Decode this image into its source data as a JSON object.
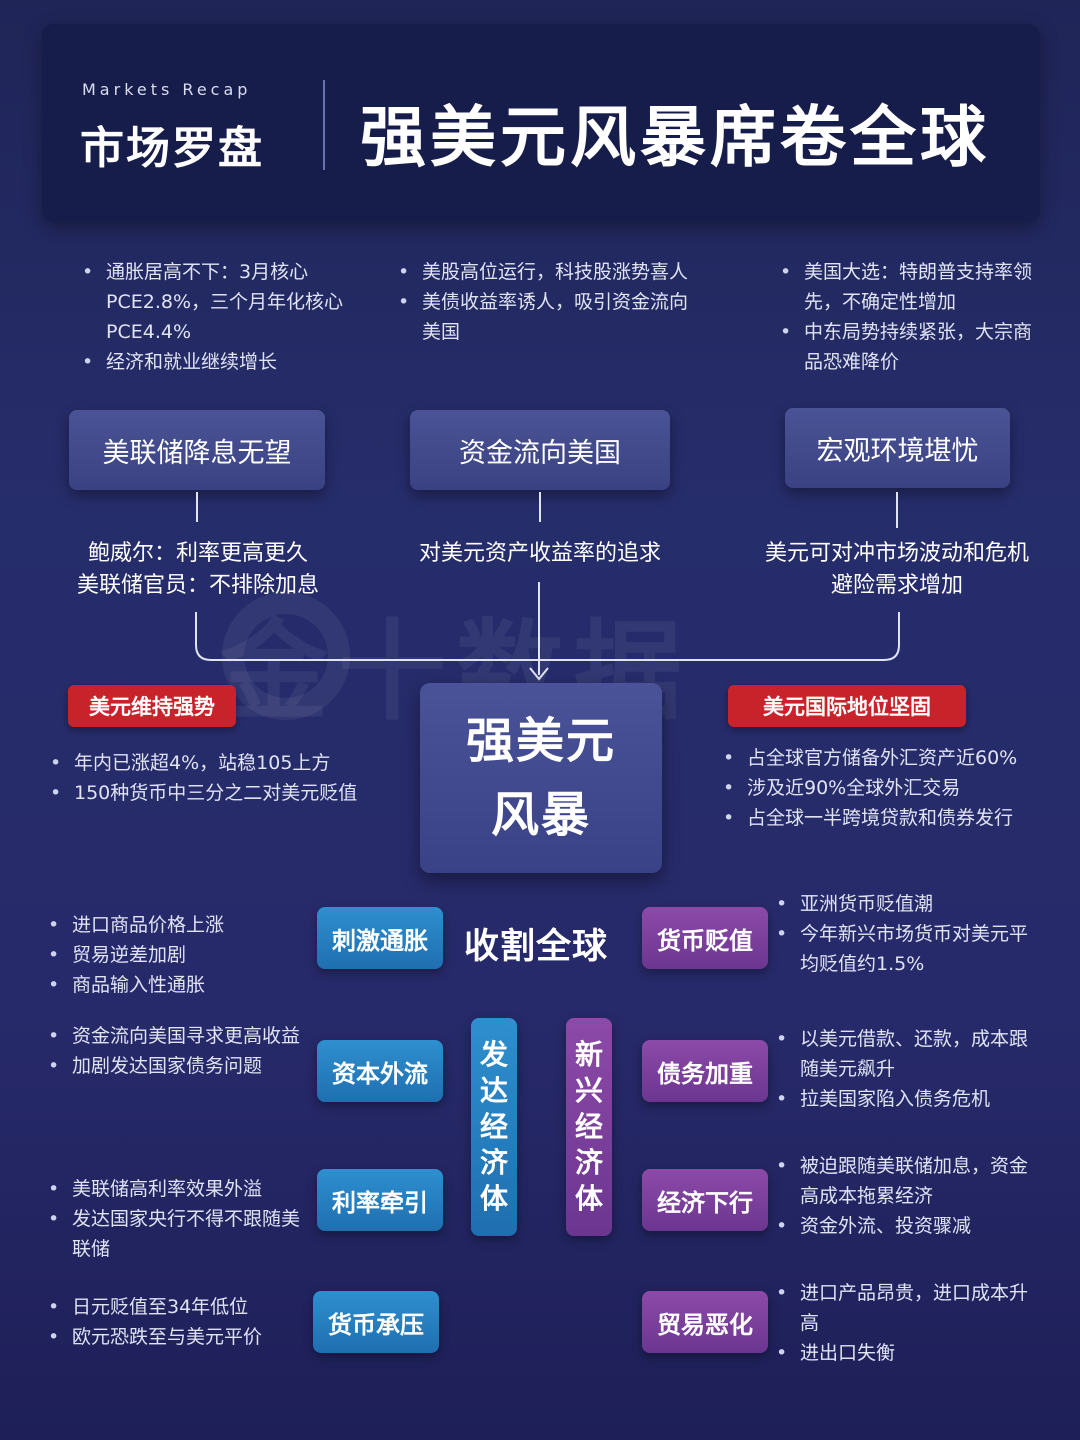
{
  "header": {
    "brand_sub": "Markets Recap",
    "brand_main": "市场罗盘",
    "title": "强美元风暴席卷全球"
  },
  "watermark": "金十数据",
  "causes": [
    {
      "bullets": [
        "通胀居高不下：3月核心PCE2.8%，三个月年化核心PCE4.4%",
        "经济和就业继续增长"
      ],
      "box": "美联储降息无望",
      "text_lines": [
        "鲍威尔：利率更高更久",
        "美联储官员：不排除加息"
      ]
    },
    {
      "bullets": [
        "美股高位运行，科技股涨势喜人",
        "美债收益率诱人，吸引资金流向美国"
      ],
      "box": "资金流向美国",
      "text_lines": [
        "对美元资产收益率的追求"
      ]
    },
    {
      "bullets": [
        "美国大选：特朗普支持率领先，不确定性增加",
        "中东局势持续紧张，大宗商品恐难降价"
      ],
      "box": "宏观环境堪忧",
      "text_lines": [
        "美元可对冲市场波动和危机",
        "避险需求增加"
      ]
    }
  ],
  "center": {
    "line1": "强美元",
    "line2": "风暴"
  },
  "left_tag": {
    "label": "美元维持强势",
    "bullets": [
      "年内已涨超4%，站稳105上方",
      "150种货币中三分之二对美元贬值"
    ]
  },
  "right_tag": {
    "label": "美元国际地位坚固",
    "bullets": [
      "占全球官方储备外汇资产近60%",
      "涉及近90%全球外汇交易",
      "占全球一半跨境贷款和债券发行"
    ]
  },
  "harvest_title": "收割全球",
  "developed": {
    "label_chars": [
      "发",
      "达",
      "经",
      "济",
      "体"
    ],
    "items": [
      {
        "tag": "刺激通胀",
        "bullets": [
          "进口商品价格上涨",
          "贸易逆差加剧",
          "商品输入性通胀"
        ]
      },
      {
        "tag": "资本外流",
        "bullets": [
          "资金流向美国寻求更高收益",
          "加剧发达国家债务问题"
        ]
      },
      {
        "tag": "利率牵引",
        "bullets": [
          "美联储高利率效果外溢",
          "发达国家央行不得不跟随美联储"
        ]
      },
      {
        "tag": "货币承压",
        "bullets": [
          "日元贬值至34年低位",
          "欧元恐跌至与美元平价"
        ]
      }
    ]
  },
  "emerging": {
    "label_chars": [
      "新",
      "兴",
      "经",
      "济",
      "体"
    ],
    "items": [
      {
        "tag": "货币贬值",
        "bullets": [
          "亚洲货币贬值潮",
          "今年新兴市场货币对美元平均贬值约1.5%"
        ]
      },
      {
        "tag": "债务加重",
        "bullets": [
          "以美元借款、还款，成本跟随美元飙升",
          "拉美国家陷入债务危机"
        ]
      },
      {
        "tag": "经济下行",
        "bullets": [
          "被迫跟随美联储加息，资金高成本拖累经济",
          "资金外流、投资骤减"
        ]
      },
      {
        "tag": "贸易恶化",
        "bullets": [
          "进口产品昂贵，进口成本升高",
          "进出口失衡"
        ]
      }
    ]
  },
  "colors": {
    "background": "#262d6b",
    "header": "#171d4a",
    "cause_box": "#4a5395",
    "red_tag": "#c8232b",
    "blue_tag": "#2e8fcf",
    "purple_tag": "#8d4aa8"
  }
}
